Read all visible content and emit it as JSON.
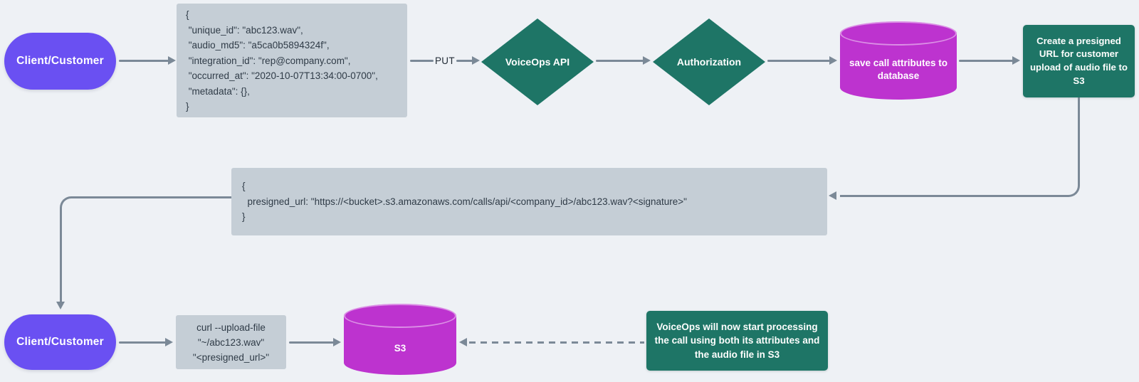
{
  "colors": {
    "background": "#eef1f5",
    "client_node_purple": "#6a50f2",
    "process_node_green": "#1e7566",
    "database_node_magenta": "#bd33cf",
    "code_box_gray": "#c5ced6",
    "arrow_slate": "#7b8997",
    "code_text": "#2f3b47",
    "shape_text": "#ffffff"
  },
  "top_row": {
    "client_pill": "Client/Customer",
    "put_label": "PUT",
    "request_box_lines": [
      "{",
      " \"unique_id\": \"abc123.wav\",",
      " \"audio_md5\": \"a5ca0b5894324f\",",
      " \"integration_id\": \"rep@company.com\",",
      " \"occurred_at\": \"2020-10-07T13:34:00-0700\",",
      " \"metadata\": {},",
      "}"
    ],
    "voiceops_api_diamond": "VoiceOps API",
    "authorization_diamond": "Authorization",
    "database_cylinder": "save call attributes to database",
    "presign_step_box": "Create a presigned URL for customer upload of audio file to S3"
  },
  "middle_row": {
    "response_box_lines": [
      "{",
      "  presigned_url: \"https://<bucket>.s3.amazonaws.com/calls/api/<company_id>/abc123.wav?<signature>\"",
      "}"
    ]
  },
  "bottom_row": {
    "client_pill": "Client/Customer",
    "curl_box_lines": [
      "curl --upload-file",
      "\"~/abc123.wav\"",
      "\"<presigned_url>\""
    ],
    "s3_cylinder": "S3",
    "processing_box": "VoiceOps will now start processing the call using both its attributes and the audio file in S3"
  }
}
